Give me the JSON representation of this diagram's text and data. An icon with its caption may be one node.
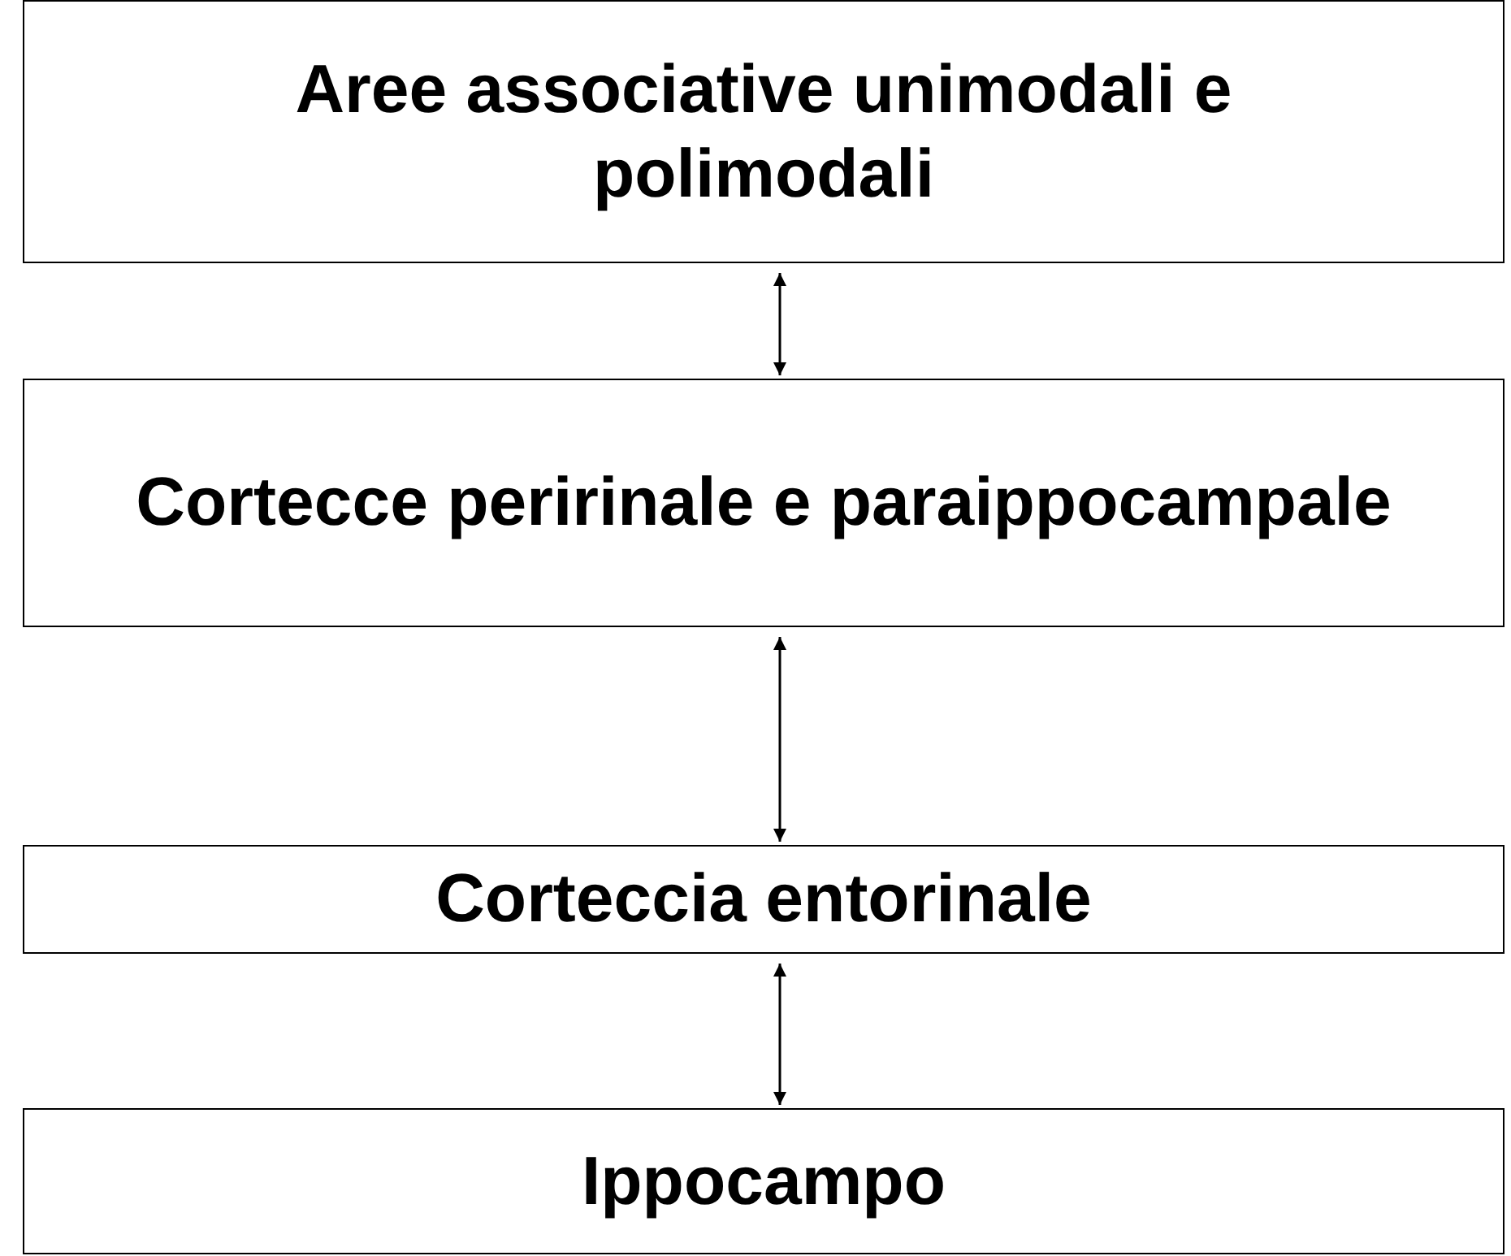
{
  "diagram": {
    "nodes": [
      {
        "text": [
          "Aree associative unimodali e polimodali"
        ]
      },
      {
        "text": [
          "Cortecce peririnale e paraippocampale"
        ]
      },
      {
        "text": [
          "Corteccia entorinale"
        ]
      },
      {
        "text": [
          "Ippocampo"
        ]
      }
    ],
    "edges": [
      {
        "from": 0,
        "to": 1,
        "arrow": "both"
      },
      {
        "from": 1,
        "to": 2,
        "arrow": "both"
      },
      {
        "from": 2,
        "to": 3,
        "arrow": "both"
      }
    ]
  }
}
